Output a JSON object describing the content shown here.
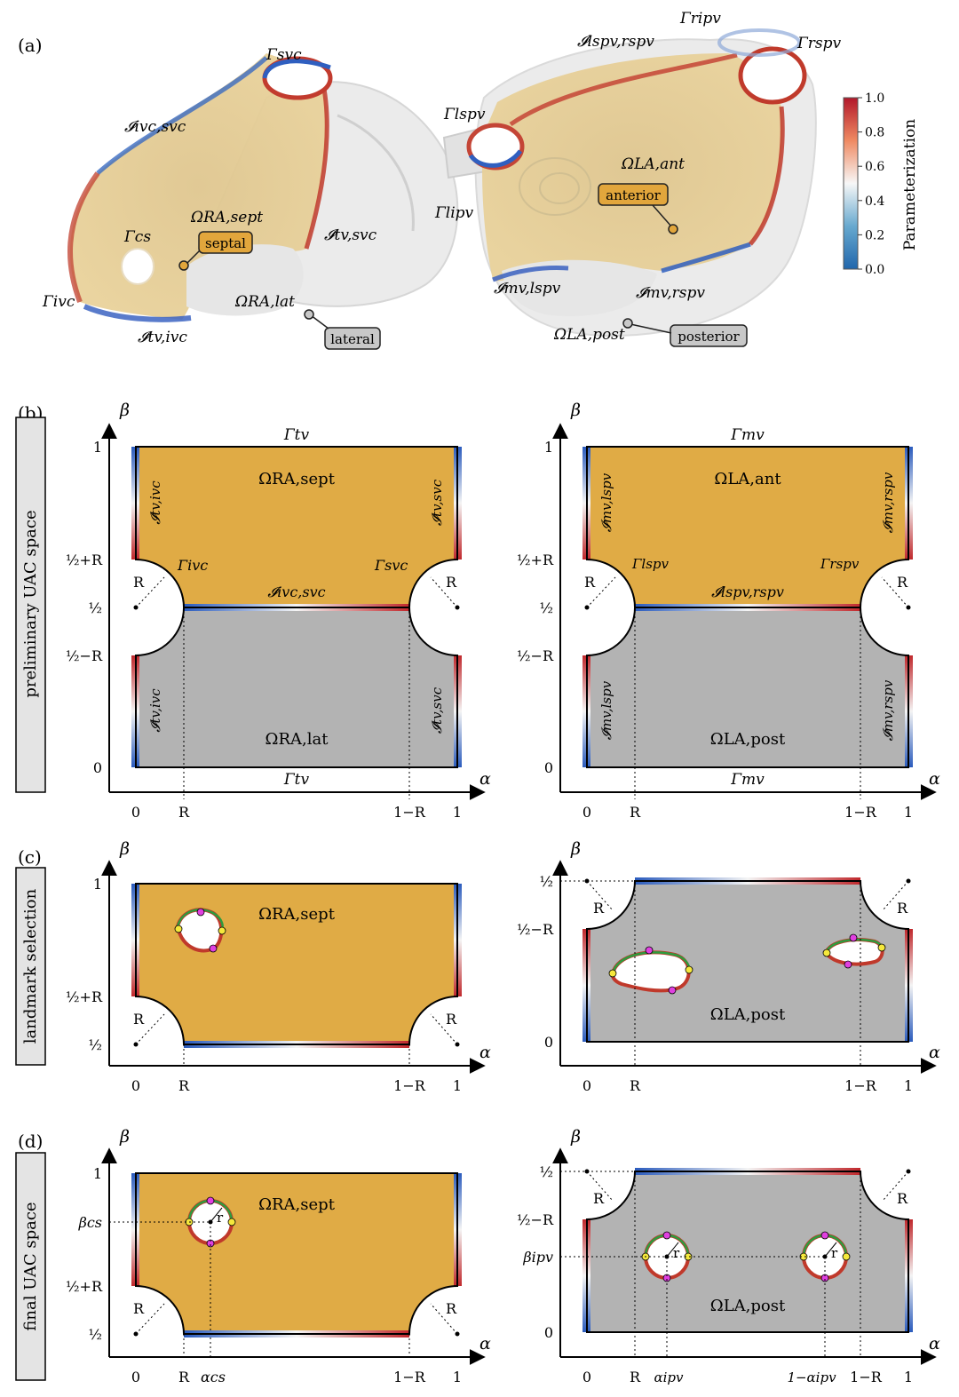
{
  "panel_a": {
    "label": "(a)",
    "ra": {
      "svc": "Γsvc",
      "ivc_svc": "𝓘ivc,svc",
      "cs": "Γcs",
      "sept": "ΩRA,sept",
      "tv_svc": "𝓘tv,svc",
      "ivc": "Γivc",
      "lat": "ΩRA,lat",
      "tv_ivc": "𝓘tv,ivc",
      "tag_septal": "septal",
      "tag_lateral": "lateral"
    },
    "la": {
      "ripv": "Γripv",
      "lspv_rspv": "𝓘lspv,rspv",
      "rspv": "Γrspv",
      "lspv": "Γlspv",
      "ant": "ΩLA,ant",
      "lipv": "Γlipv",
      "mv_lspv": "𝓘mv,lspv",
      "mv_rspv": "𝓘mv,rspv",
      "post": "ΩLA,post",
      "tag_anterior": "anterior",
      "tag_posterior": "posterior"
    },
    "colorbar": {
      "title": "Parameterization",
      "ticks": [
        "1.0",
        "0.8",
        "0.6",
        "0.4",
        "0.2",
        "0.0"
      ],
      "high_color": "#b2182b",
      "mid_color": "#f7f7f7",
      "low_color": "#2166ac"
    }
  },
  "panel_b": {
    "label": "(b)",
    "side_title": "preliminary UAC space",
    "beta": "β",
    "alpha": "α",
    "ra": {
      "top": "Γtv",
      "bottom": "Γtv",
      "sept": "ΩRA,sept",
      "lat": "ΩRA,lat",
      "tl": "𝓘tv,ivc",
      "tr": "𝓘tv,svc",
      "bl": "𝓘tv,ivc",
      "br": "𝓘tv,svc",
      "gl": "Γivc",
      "gr": "Γsvc",
      "mid": "𝓘ivc,svc",
      "y_ticks": [
        "1",
        "½+R",
        "½",
        "½−R",
        "0"
      ],
      "x_ticks": [
        "0",
        "R",
        "1−R",
        "1"
      ],
      "r_label": "R"
    },
    "la": {
      "top": "Γmv",
      "bottom": "Γmv",
      "sept": "ΩLA,ant",
      "lat": "ΩLA,post",
      "tl": "𝓘mv,lspv",
      "tr": "𝓘mv,rspv",
      "bl": "𝓘mv,lspv",
      "br": "𝓘mv,rspv",
      "gl": "Γlspv",
      "gr": "Γrspv",
      "mid": "𝓘lspv,rspv",
      "y_ticks": [
        "1",
        "½+R",
        "½",
        "½−R",
        "0"
      ],
      "x_ticks": [
        "0",
        "R",
        "1−R",
        "1"
      ],
      "r_label": "R"
    }
  },
  "panel_c": {
    "label": "(c)",
    "side_title": "landmark selection",
    "ra": {
      "region": "ΩRA,sept",
      "y_ticks": [
        "1",
        "½+R",
        "½"
      ],
      "x_ticks": [
        "0",
        "R",
        "1−R",
        "1"
      ],
      "r_label": "R"
    },
    "la": {
      "region": "ΩLA,post",
      "y_ticks": [
        "½",
        "½−R",
        "0"
      ],
      "x_ticks": [
        "0",
        "R",
        "1−R",
        "1"
      ],
      "r_label": "R"
    }
  },
  "panel_d": {
    "label": "(d)",
    "side_title": "final UAC space",
    "ra": {
      "region": "ΩRA,sept",
      "y_ticks": [
        "1",
        "βcs",
        "½+R",
        "½"
      ],
      "x_ticks": [
        "0",
        "R",
        "αcs",
        "1−R",
        "1"
      ],
      "r_label": "R",
      "small_r": "r"
    },
    "la": {
      "region": "ΩLA,post",
      "y_ticks": [
        "½",
        "½−R",
        "βipv",
        "0"
      ],
      "x_ticks": [
        "0",
        "R",
        "αipv",
        "1−αipv",
        "1−R",
        "1"
      ],
      "r_label": "R",
      "small_r": "r"
    }
  },
  "colors": {
    "orange": "#e0ab45",
    "gray": "#b3b3b3",
    "light_gray": "#e3e3e3",
    "magenta": "#e040e0",
    "yellow": "#f5e83c",
    "green": "#2e9b3e"
  }
}
